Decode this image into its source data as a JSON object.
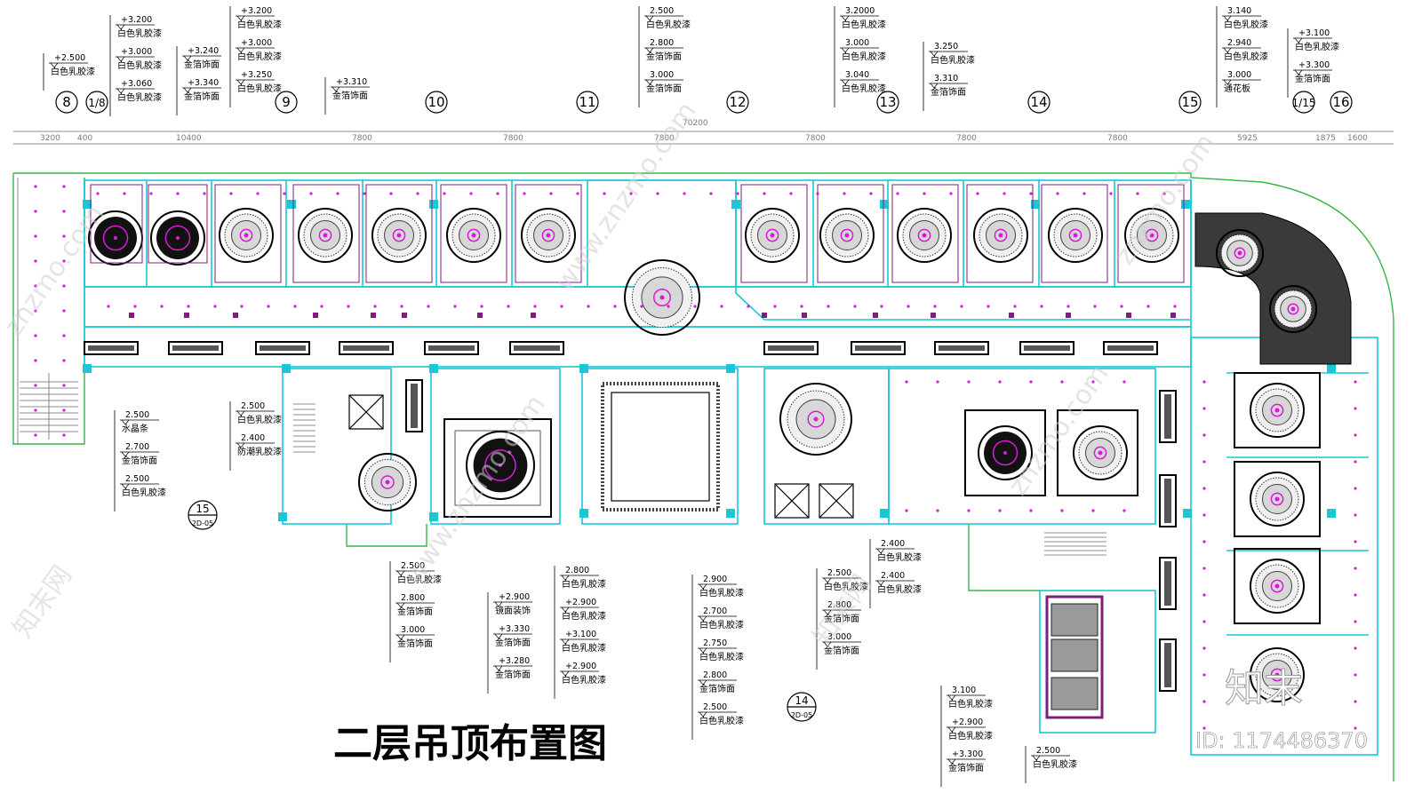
{
  "title": "二层吊顶布置图",
  "watermarks": [
    "znzmo.com",
    "知末网",
    "www.znzmo.com"
  ],
  "logo_text": "知末",
  "id_text": "ID: 1174486370",
  "axis_labels": [
    "8",
    "1/8",
    "9",
    "10",
    "11",
    "12",
    "13",
    "14",
    "15",
    "1/15",
    "16"
  ],
  "dimensions": [
    "3200",
    "400",
    "10400",
    "7800",
    "7800",
    "7800",
    "7800",
    "7800",
    "7800",
    "5925",
    "1875",
    "1600",
    "70200"
  ],
  "section_marks": [
    {
      "number": "15",
      "sheet": "2D-05"
    },
    {
      "number": "14",
      "sheet": "2D-05"
    }
  ],
  "annotation_groups": [
    {
      "id": "g1",
      "items": [
        {
          "level": "+2.500",
          "label": "白色乳胶漆"
        }
      ]
    },
    {
      "id": "g2",
      "items": [
        {
          "level": "+3.200",
          "label": "白色乳胶漆"
        },
        {
          "level": "+3.000",
          "label": "白色乳胶漆"
        },
        {
          "level": "+3.060",
          "label": "白色乳胶漆"
        }
      ]
    },
    {
      "id": "g3",
      "items": [
        {
          "level": "+3.240",
          "label": "金箔饰面"
        },
        {
          "level": "+3.340",
          "label": "金箔饰面"
        }
      ]
    },
    {
      "id": "g4",
      "items": [
        {
          "level": "+3.200",
          "label": "白色乳胶漆"
        },
        {
          "level": "+3.000",
          "label": "白色乳胶漆"
        },
        {
          "level": "+3.250",
          "label": "白色乳胶漆"
        }
      ]
    },
    {
      "id": "g5",
      "items": [
        {
          "level": "+3.310",
          "label": "金箔饰面"
        }
      ]
    },
    {
      "id": "g6",
      "items": [
        {
          "level": "2.500",
          "label": "白色乳胶漆"
        },
        {
          "level": "2.800",
          "label": "金箔饰面"
        },
        {
          "level": "3.000",
          "label": "金箔饰面"
        }
      ]
    },
    {
      "id": "g7",
      "items": [
        {
          "level": "3.2000",
          "label": "白色乳胶漆"
        },
        {
          "level": "3.000",
          "label": "白色乳胶漆"
        },
        {
          "level": "3.040",
          "label": "白色乳胶漆"
        }
      ]
    },
    {
      "id": "g8",
      "items": [
        {
          "level": "3.250",
          "label": "白色乳胶漆"
        },
        {
          "level": "3.310",
          "label": "金箔饰面"
        }
      ]
    },
    {
      "id": "g9",
      "items": [
        {
          "level": "3.140",
          "label": "白色乳胶漆"
        },
        {
          "level": "2.940",
          "label": "白色乳胶漆"
        },
        {
          "level": "3.000",
          "label": "通花板"
        }
      ]
    },
    {
      "id": "g10",
      "items": [
        {
          "level": "+3.100",
          "label": "白色乳胶漆"
        },
        {
          "level": "+3.300",
          "label": "金箔饰面"
        }
      ]
    },
    {
      "id": "g11",
      "items": [
        {
          "level": "2.500",
          "label": "水晶条"
        },
        {
          "level": "2.700",
          "label": "金箔饰面"
        },
        {
          "level": "2.500",
          "label": "白色乳胶漆"
        }
      ]
    },
    {
      "id": "g12",
      "items": [
        {
          "level": "2.500",
          "label": "白色乳胶漆"
        },
        {
          "level": "2.400",
          "label": "防潮乳胶漆"
        }
      ]
    },
    {
      "id": "g13",
      "items": [
        {
          "level": "2.500",
          "label": "白色乳胶漆"
        },
        {
          "level": "2.800",
          "label": "金箔饰面"
        },
        {
          "level": "3.000",
          "label": "金箔饰面"
        }
      ]
    },
    {
      "id": "g14",
      "items": [
        {
          "level": "+2.900",
          "label": "镜面装饰"
        },
        {
          "level": "+3.330",
          "label": "金箔饰面"
        },
        {
          "level": "+3.280",
          "label": "金箔饰面"
        }
      ]
    },
    {
      "id": "g15",
      "items": [
        {
          "level": "2.800",
          "label": "白色乳胶漆"
        },
        {
          "level": "+2.900",
          "label": "白色乳胶漆"
        },
        {
          "level": "+3.100",
          "label": "白色乳胶漆"
        },
        {
          "level": "+2.900",
          "label": "白色乳胶漆"
        }
      ]
    },
    {
      "id": "g16",
      "items": [
        {
          "level": "2.900",
          "label": "白色乳胶漆"
        },
        {
          "level": "2.700",
          "label": "白色乳胶漆"
        },
        {
          "level": "2.750",
          "label": "白色乳胶漆"
        },
        {
          "level": "2.800",
          "label": "金箔饰面"
        },
        {
          "level": "2.500",
          "label": "白色乳胶漆"
        }
      ]
    },
    {
      "id": "g17",
      "items": [
        {
          "level": "2.500",
          "label": "白色乳胶漆"
        },
        {
          "level": "2.800",
          "label": "金箔饰面"
        },
        {
          "level": "3.000",
          "label": "金箔饰面"
        }
      ]
    },
    {
      "id": "g18",
      "items": [
        {
          "level": "2.400",
          "label": "白色乳胶漆"
        },
        {
          "level": "2.400",
          "label": "白色乳胶漆"
        }
      ]
    },
    {
      "id": "g19",
      "items": [
        {
          "level": "3.100",
          "label": "白色乳胶漆"
        },
        {
          "level": "+2.900",
          "label": "白色乳胶漆"
        },
        {
          "level": "+3.300",
          "label": "金箔饰面"
        }
      ]
    },
    {
      "id": "g20",
      "items": [
        {
          "level": "2.500",
          "label": "白色乳胶漆"
        }
      ]
    }
  ],
  "colors": {
    "wall": "#19c7d6",
    "outline": "#39b54a",
    "light": "#d81bd8",
    "ceiling_line": "#7a1f7a",
    "text": "#000000"
  }
}
